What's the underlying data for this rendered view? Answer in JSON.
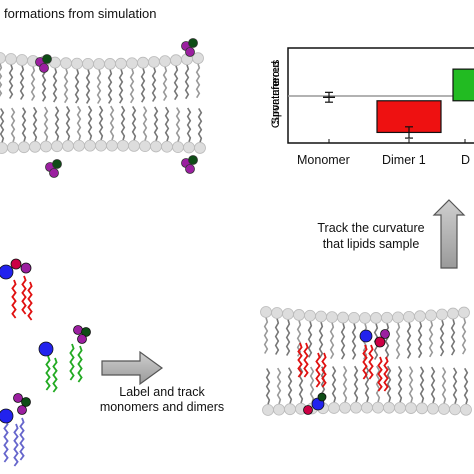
{
  "top_left_title": "formations from simulation",
  "chart": {
    "y_label_lines": [
      "Inferred",
      "Spontaneous",
      "Curvature"
    ],
    "categories": [
      "Monomer",
      "Dimer 1",
      "D"
    ],
    "colors": {
      "monomer": "#222222",
      "dimer1": "#ee1111",
      "dimer2": "#22bb22"
    }
  },
  "chart_data": {
    "type": "bar",
    "categories": [
      "Monomer",
      "Dimer 1",
      "D"
    ],
    "values": [
      0.05,
      -0.45,
      0.45
    ],
    "errors": [
      0.07,
      0.08,
      null
    ],
    "ylabel": "Inferred Spontaneous Curvature",
    "ylim": [
      -0.6,
      0.75
    ]
  },
  "track_text": [
    "Track the curvature",
    "that lipids sample"
  ],
  "label_text": [
    "Label and track",
    "monomers and dimers"
  ],
  "palette": {
    "lipid_head": "#dddddd",
    "lipid_tail": "#777777",
    "magenta": "#9b1fa0",
    "dark_green": "#0e4d16",
    "blue": "#2222ee",
    "crimson": "#cc0044",
    "red_tail": "#e01010",
    "green_tail": "#22aa22",
    "violet_tail": "#6666cc",
    "arrow_gray": "#b3b3b3"
  }
}
